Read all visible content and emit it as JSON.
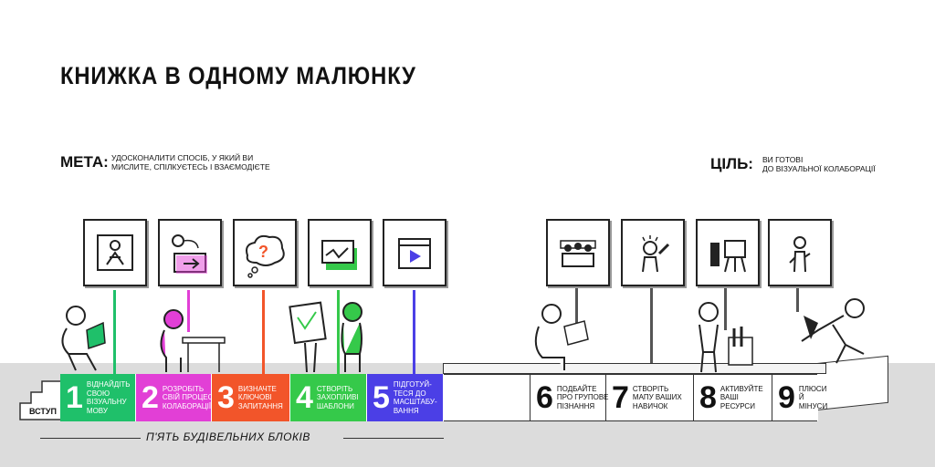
{
  "title": "КНИЖКА В ОДНОМУ МАЛЮНКУ",
  "goal": {
    "label": "МЕТА:",
    "line1": "УДОСКОНАЛИТИ СПОСІБ, У ЯКИЙ ВИ",
    "line2": "МИСЛИТЕ, СПІЛКУЄТЕСЬ І ВЗАЄМОДІЄТЕ"
  },
  "target": {
    "label": "ЦІЛЬ:",
    "line1": "ВИ ГОТОВІ",
    "line2": "ДО ВІЗУАЛЬНОЇ КОЛАБОРАЦІЇ"
  },
  "intro": "ВСТУП",
  "blocks": [
    {
      "num": "1",
      "l1": "ВІДНАЙДІТЬ",
      "l2": "СВОЮ",
      "l3": "ВІЗУАЛЬНУ",
      "l4": "МОВУ",
      "color": "#1fc06a"
    },
    {
      "num": "2",
      "l1": "РОЗРОБІТЬ",
      "l2": "СВІЙ ПРОЦЕС",
      "l3": "КОЛАБОРАЦІЇ",
      "l4": "",
      "color": "#e23fd6"
    },
    {
      "num": "3",
      "l1": "ВИЗНАЧТЕ",
      "l2": "КЛЮЧОВІ",
      "l3": "ЗАПИТАННЯ",
      "l4": "",
      "color": "#f2552a"
    },
    {
      "num": "4",
      "l1": "СТВОРІТЬ",
      "l2": "ЗАХОПЛИВІ",
      "l3": "ШАБЛОНИ",
      "l4": "",
      "color": "#35c94a"
    },
    {
      "num": "5",
      "l1": "ПІДГОТУЙ-",
      "l2": "ТЕСЯ ДО",
      "l3": "МАСШТАБУ-",
      "l4": "ВАННЯ",
      "color": "#4b3fe6"
    },
    {
      "num": "6",
      "l1": "ПОДБАЙТЕ",
      "l2": "ПРО ГРУПОВЕ",
      "l3": "ПІЗНАННЯ",
      "l4": "",
      "color": "#ffffff"
    },
    {
      "num": "7",
      "l1": "СТВОРІТЬ",
      "l2": "МАПУ ВАШИХ",
      "l3": "НАВИЧОК",
      "l4": "",
      "color": "#ffffff"
    },
    {
      "num": "8",
      "l1": "АКТИВУЙТЕ",
      "l2": "ВАШІ",
      "l3": "РЕСУРСИ",
      "l4": "",
      "color": "#ffffff"
    },
    {
      "num": "9",
      "l1": "ПЛЮСИ",
      "l2": "Й",
      "l3": "МІНУСИ",
      "l4": "",
      "color": "#ffffff"
    }
  ],
  "five_blocks_caption": "П'ЯТЬ БУДІВЕЛЬНИХ БЛОКІВ",
  "icons": [
    "person-icon",
    "flowchart-icon",
    "question-cloud-icon",
    "template-icon",
    "video-icon",
    "group-table-icon",
    "idea-person-icon",
    "resources-icon",
    "scale-person-icon"
  ]
}
